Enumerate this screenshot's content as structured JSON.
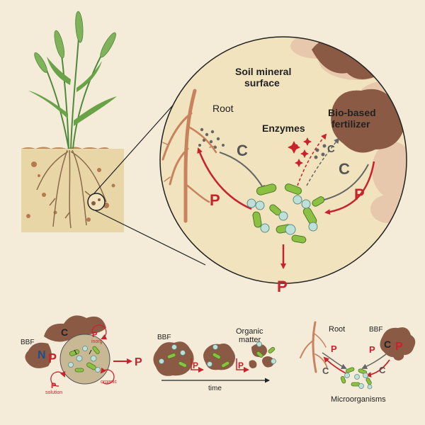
{
  "labels": {
    "soil_mineral_surface": [
      "Soil mineral",
      "surface"
    ],
    "root": "Root",
    "enzymes": "Enzymes",
    "bio_based_fertilizer": [
      "Bio-based",
      "fertilizer"
    ],
    "c": "C",
    "p": "P",
    "n": "N",
    "bbf": "BBF",
    "p_inorg": "inorg",
    "p_solution": "solution",
    "p_organic": "organic",
    "organic_matter": [
      "Organic",
      "matter"
    ],
    "time": "time",
    "microorganisms": "Microorganisms"
  },
  "colors": {
    "background": "#f4ecd9",
    "circle_fill": "#f1e3bd",
    "soil": "#e9d6a6",
    "bbf_brown": "#8a5a44",
    "mineral_light": "#e7c8ac",
    "root": "#c9825e",
    "bacteria_green": "#8cc043",
    "spore_teal": "#bfe0d8",
    "phosphorus_red": "#c8232c",
    "carbon_gray": "#666666",
    "nitrogen_blue": "#1f4e8c",
    "plant_green": "#4f8a3a"
  }
}
